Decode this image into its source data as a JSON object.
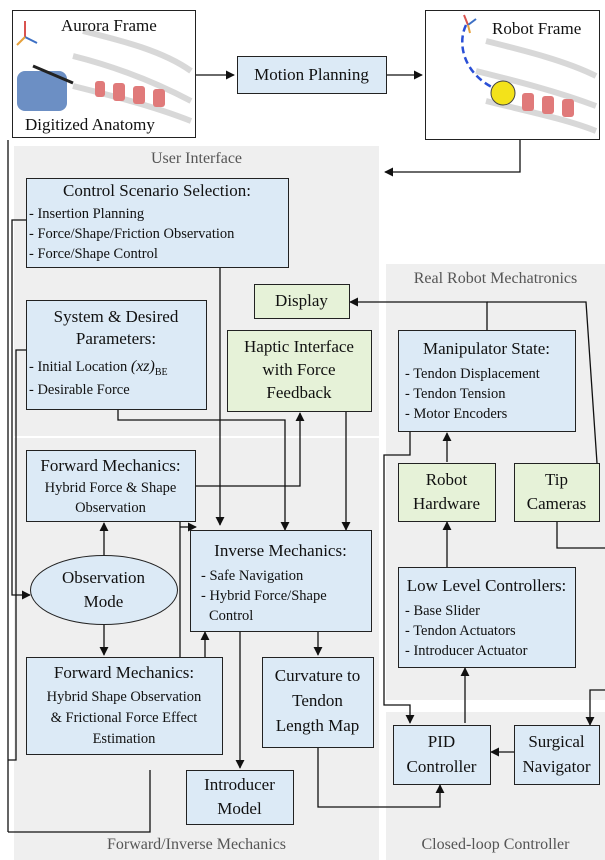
{
  "regions": {
    "user_interface": "User Interface",
    "real_robot": "Real Robot Mechatronics",
    "forward_inverse": "Forward/Inverse Mechanics",
    "closed_loop": "Closed-loop Controller"
  },
  "top": {
    "aurora_frame": "Aurora Frame",
    "digitized_anatomy": "Digitized Anatomy",
    "motion_planning": "Motion Planning",
    "robot_frame": "Robot Frame"
  },
  "control_scenario": {
    "title": "Control Scenario Selection:",
    "items": [
      "- Insertion Planning",
      "- Force/Shape/Friction Observation",
      "- Force/Shape Control"
    ]
  },
  "system_params": {
    "title_1": "System & Desired",
    "title_2": "Parameters:",
    "item_1_prefix": "- Initial Location ",
    "item_1_math": "(xz)",
    "item_1_sub": "BE",
    "item_2": "- Desirable Force"
  },
  "display": "Display",
  "haptic": [
    "Haptic Interface",
    "with Force",
    "Feedback"
  ],
  "manipulator": {
    "title": "Manipulator State:",
    "items": [
      "- Tendon Displacement",
      "- Tendon Tension",
      "- Motor Encoders"
    ]
  },
  "fwd_mech_1": {
    "title": "Forward Mechanics:",
    "lines": [
      "Hybrid Force & Shape",
      "Observation"
    ]
  },
  "robot_hardware": [
    "Robot",
    "Hardware"
  ],
  "tip_cameras": [
    "Tip",
    "Cameras"
  ],
  "observation_mode": [
    "Observation",
    "Mode"
  ],
  "inverse_mech": {
    "title": "Inverse Mechanics:",
    "items": [
      "- Safe Navigation",
      "- Hybrid Force/Shape",
      "Control"
    ]
  },
  "low_level": {
    "title": "Low Level Controllers:",
    "items": [
      "- Base Slider",
      "- Tendon Actuators",
      "- Introducer Actuator"
    ]
  },
  "fwd_mech_2": {
    "title": "Forward Mechanics:",
    "lines": [
      "Hybrid Shape Observation",
      "& Frictional Force Effect",
      "Estimation"
    ]
  },
  "curvature_map": [
    "Curvature to",
    "Tendon",
    "Length Map"
  ],
  "pid": [
    "PID",
    "Controller"
  ],
  "surgical_nav": [
    "Surgical",
    "Navigator"
  ],
  "introducer_model": [
    "Introducer",
    "Model"
  ]
}
